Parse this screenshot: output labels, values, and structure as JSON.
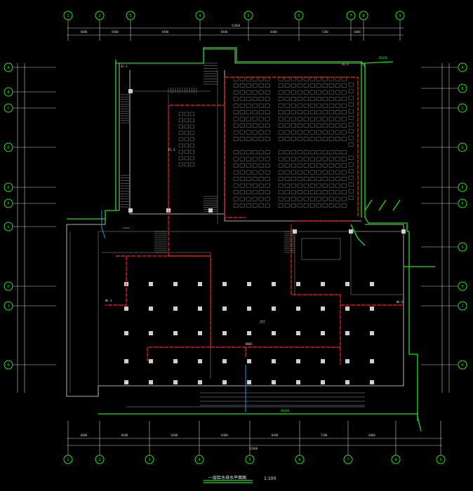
{
  "drawing": {
    "title": "一层给水排水平面图",
    "scale": "1:100",
    "room_label": "大厅",
    "note_labels": [
      "JL-1",
      "JL-2",
      "WL-1",
      "WL-2",
      "FL-1",
      "DN100",
      "DN150",
      "DN65"
    ]
  },
  "axes": {
    "top": [
      "1",
      "2",
      "3",
      "4",
      "5",
      "6",
      "7",
      "8",
      "9"
    ],
    "bottom": [
      "1",
      "2",
      "3",
      "4",
      "5",
      "6",
      "7",
      "8",
      "9"
    ],
    "left": [
      "A",
      "B",
      "C",
      "D",
      "E",
      "F",
      "G",
      "H",
      "J",
      "K"
    ],
    "right": [
      "A",
      "B",
      "C",
      "D",
      "E",
      "F",
      "G",
      "H",
      "J",
      "K"
    ]
  },
  "dimensions": {
    "top_overall": "52800",
    "bottom_overall": "52800",
    "top_segments": [
      "6000",
      "8400",
      "8400",
      "8400",
      "8400",
      "7200",
      "6000"
    ],
    "bottom_segments": [
      "6000",
      "8400",
      "8400",
      "8400",
      "8400",
      "7200",
      "6000"
    ]
  },
  "colors": {
    "background": "#000000",
    "axis": "#19e619",
    "wall": "#e6e6e6",
    "water_supply": "#1be01b",
    "fire_main": "#ff2020",
    "drainage": "#18a8ff"
  }
}
